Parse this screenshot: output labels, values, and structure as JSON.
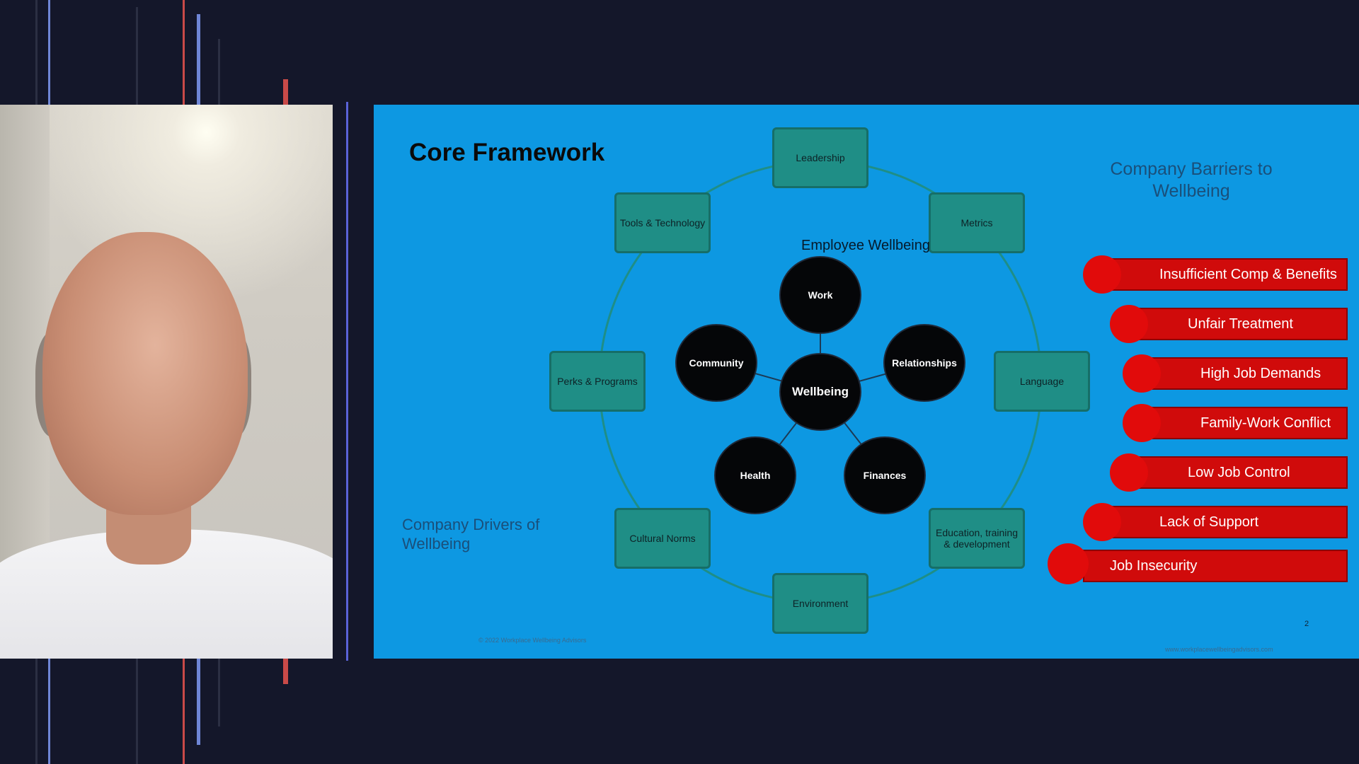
{
  "slide": {
    "title": "Core Framework",
    "drivers_heading": "Company Drivers of Wellbeing",
    "barriers_heading": "Company Barriers to Wellbeing",
    "employee_wellbeing_label": "Employee Wellbeing",
    "drivers": [
      "Leadership",
      "Metrics",
      "Language",
      "Education, training & development",
      "Environment",
      "Cultural Norms",
      "Perks & Programs",
      "Tools & Technology"
    ],
    "wellbeing_center": "Wellbeing",
    "wellbeing_areas": [
      "Work",
      "Relationships",
      "Finances",
      "Health",
      "Community"
    ],
    "barriers": [
      "Insufficient Comp & Benefits",
      "Unfair Treatment",
      "High Job Demands",
      "Family-Work Conflict",
      "Low Job Control",
      "Lack of Support",
      "Job Insecurity"
    ],
    "footer_copyright": "© 2022 Workplace Wellbeing Advisors",
    "footer_url": "www.workplacewellbeingadvisors.com",
    "page_number": "2"
  },
  "colors": {
    "slide_background": "#0d98e2",
    "driver_box": "#1f8e86",
    "barrier_red": "#d00b0b",
    "wellbeing_circle": "#050608",
    "page_background": "#14172a",
    "accent_blue_line": "#5a63d8",
    "accent_red_line": "#d9433f"
  }
}
